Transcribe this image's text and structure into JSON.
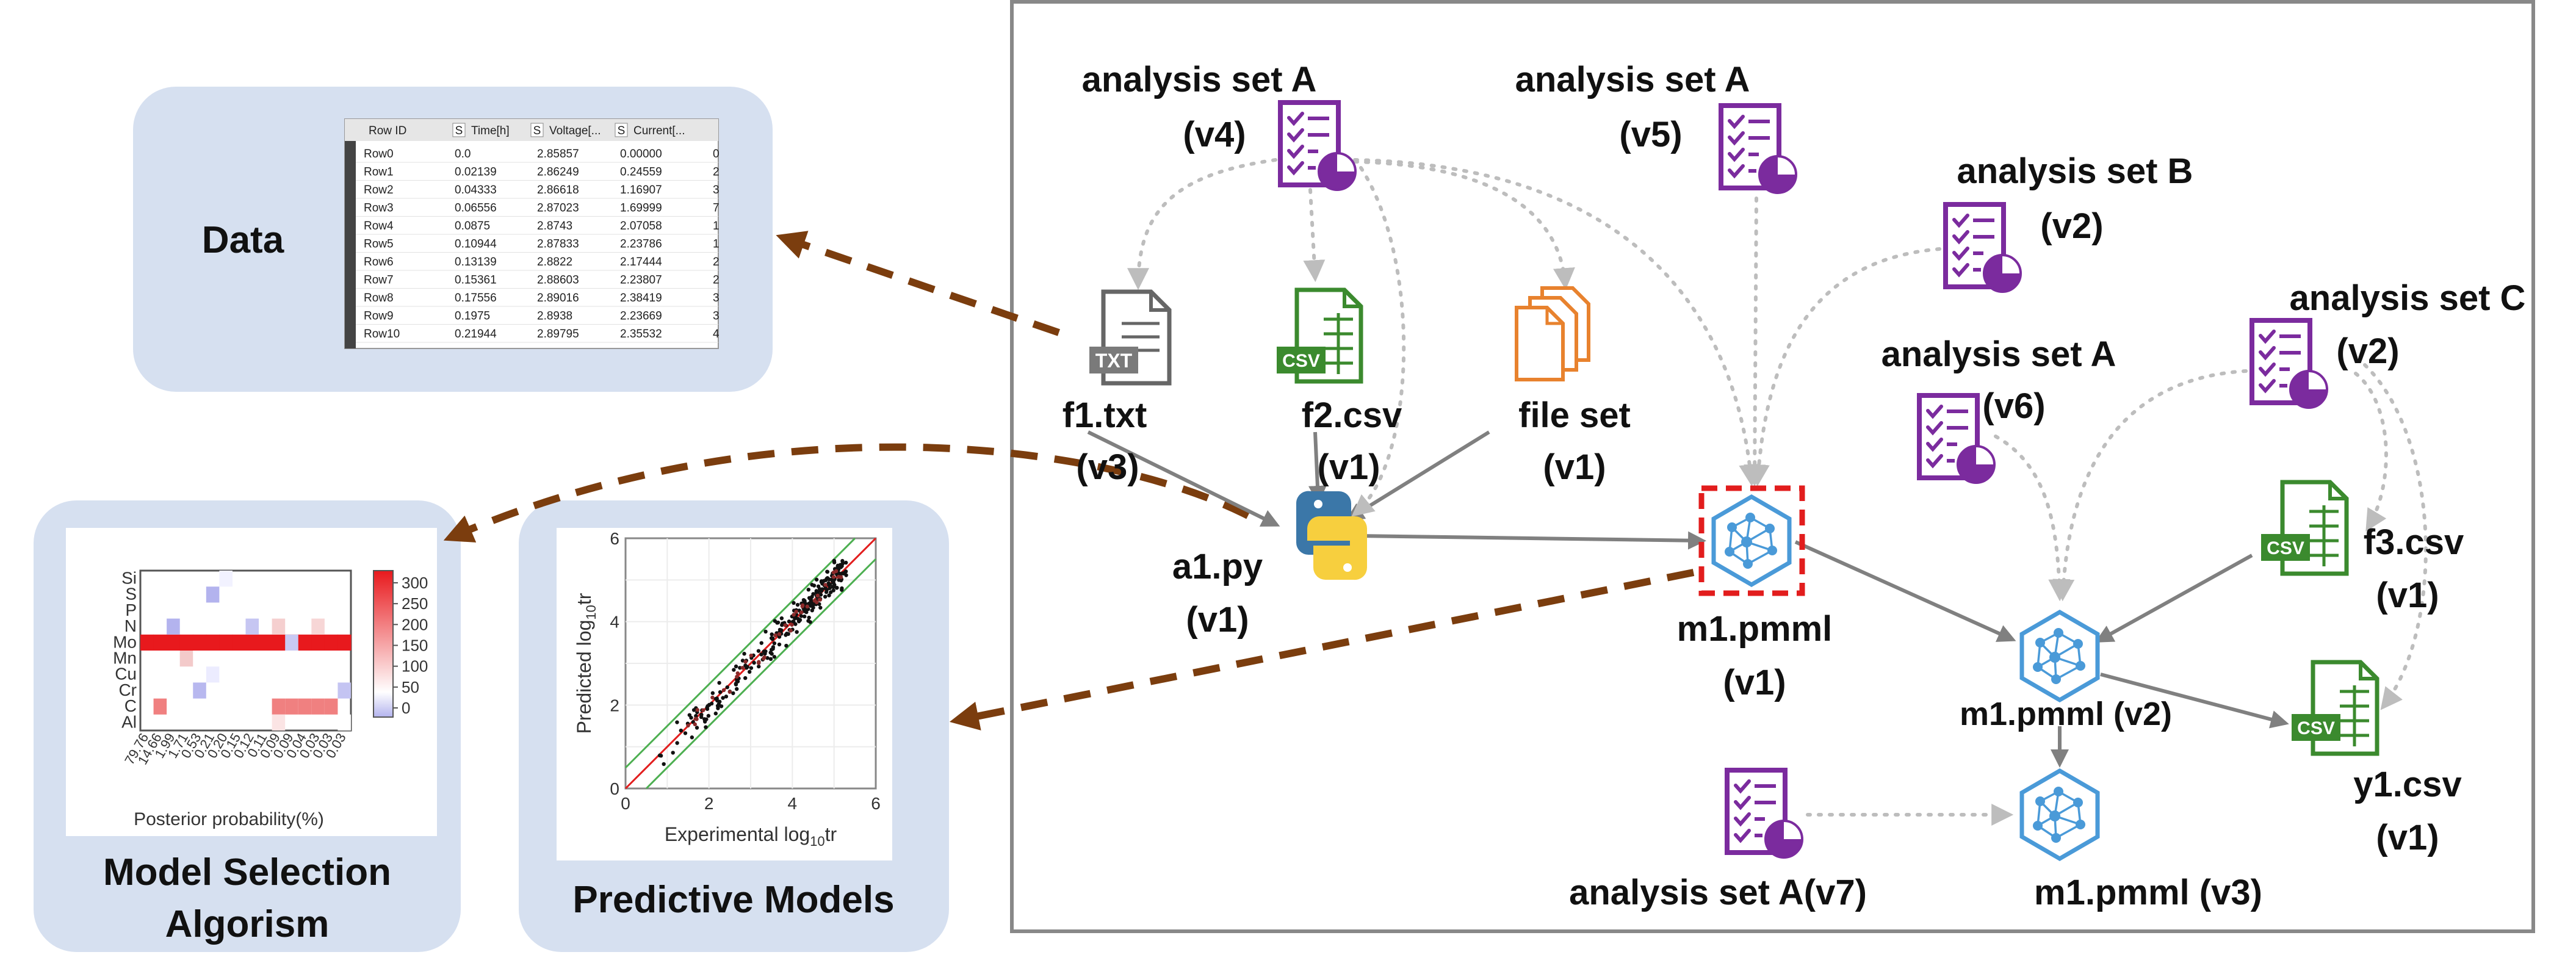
{
  "colors": {
    "panel_bg": "#d6e0f0",
    "frame": "#888888",
    "brown_arrow": "#7b3d0e",
    "flow_arrow": "#808080",
    "dotted_arrow": "#bdbdbd",
    "analysis_purple": "#7b2b9e",
    "csv_green": "#3b8a2e",
    "fileset_orange": "#e8822e",
    "model_blue": "#4a9ad8",
    "highlight_red": "#e21d1d",
    "heat_red": "#e8191d",
    "heat_blue": "#b3b3ee",
    "scatter_green": "#4caf50"
  },
  "left": {
    "data_panel": {
      "title": "Data"
    },
    "model_selection_panel": {
      "title_line1": "Model Selection",
      "title_line2": "Algorism"
    },
    "predictive_panel": {
      "title": "Predictive Models"
    }
  },
  "data_table": {
    "headers": [
      "Row ID",
      "S",
      "Time[h]",
      "S",
      "Voltage[...",
      "S",
      "Current[..."
    ],
    "rows": [
      [
        "Row0",
        "0.0",
        "2.85857",
        "0.00000",
        "0"
      ],
      [
        "Row1",
        "0.02139",
        "2.86249",
        "0.24559",
        "2"
      ],
      [
        "Row2",
        "0.04333",
        "2.86618",
        "1.16907",
        "3"
      ],
      [
        "Row3",
        "0.06556",
        "2.87023",
        "1.69999",
        "7"
      ],
      [
        "Row4",
        "0.0875",
        "2.8743",
        "2.07058",
        "1"
      ],
      [
        "Row5",
        "0.10944",
        "2.87833",
        "2.23786",
        "1"
      ],
      [
        "Row6",
        "0.13139",
        "2.8822",
        "2.17444",
        "2"
      ],
      [
        "Row7",
        "0.15361",
        "2.88603",
        "2.23807",
        "2"
      ],
      [
        "Row8",
        "0.17556",
        "2.89016",
        "2.38419",
        "3"
      ],
      [
        "Row9",
        "0.1975",
        "2.8938",
        "2.23669",
        "3"
      ],
      [
        "Row10",
        "0.21944",
        "2.89795",
        "2.35532",
        "4"
      ]
    ]
  },
  "heatmap": {
    "row_labels": [
      "Si",
      "S",
      "P",
      "N",
      "Mo",
      "Mn",
      "Cu",
      "Cr",
      "C",
      "Al"
    ],
    "col_labels": [
      "79.76",
      "14.66",
      "1.99",
      "1.71",
      "0.53",
      "0.21",
      "0.20",
      "0.15",
      "0.12",
      "0.11",
      "0.09",
      "0.09",
      "0.04",
      "0.03",
      "0.03",
      "0.03"
    ],
    "colorbar_ticks": [
      "300",
      "250",
      "200",
      "150",
      "100",
      "50",
      "0"
    ],
    "xlabel": "Posterior probability(%)"
  },
  "scatter": {
    "xlabel_main": "Experimental log",
    "xlabel_sub": "10",
    "xlabel_end": "tr",
    "ylabel_main": "Predicted log",
    "ylabel_sub": "10",
    "ylabel_end": "tr",
    "x_ticks": [
      "0",
      "2",
      "4",
      "6"
    ],
    "y_ticks": [
      "0",
      "2",
      "4",
      "6"
    ]
  },
  "graph": {
    "analysis_A_v4": {
      "line1": "analysis set A",
      "line2": "(v4)"
    },
    "analysis_A_v5": {
      "line1": "analysis set A",
      "line2": "(v5)"
    },
    "analysis_B_v2": {
      "line1": "analysis set B",
      "line2": "(v2)"
    },
    "analysis_C_v2": {
      "line1": "analysis set C",
      "line2": "(v2)"
    },
    "analysis_A_v6": {
      "line1": "analysis set A",
      "line2": "(v6)"
    },
    "analysis_A_v7": {
      "label": "analysis set A(v7)"
    },
    "f1": {
      "line1": "f1.txt",
      "line2": "(v3)",
      "badge": "TXT"
    },
    "f2": {
      "line1": "f2.csv",
      "line2": "(v1)",
      "badge": "CSV"
    },
    "fileset": {
      "line1": "file set",
      "line2": "(v1)"
    },
    "a1": {
      "line1": "a1.py",
      "line2": "(v1)"
    },
    "m1_v1": {
      "line1": "m1.pmml",
      "line2": "(v1)"
    },
    "m1_v2": {
      "label": "m1.pmml (v2)"
    },
    "m1_v3": {
      "label": "m1.pmml (v3)"
    },
    "f3": {
      "line1": "f3.csv",
      "line2": "(v1)",
      "badge": "CSV"
    },
    "y1": {
      "line1": "y1.csv",
      "line2": "(v1)",
      "badge": "CSV"
    }
  }
}
